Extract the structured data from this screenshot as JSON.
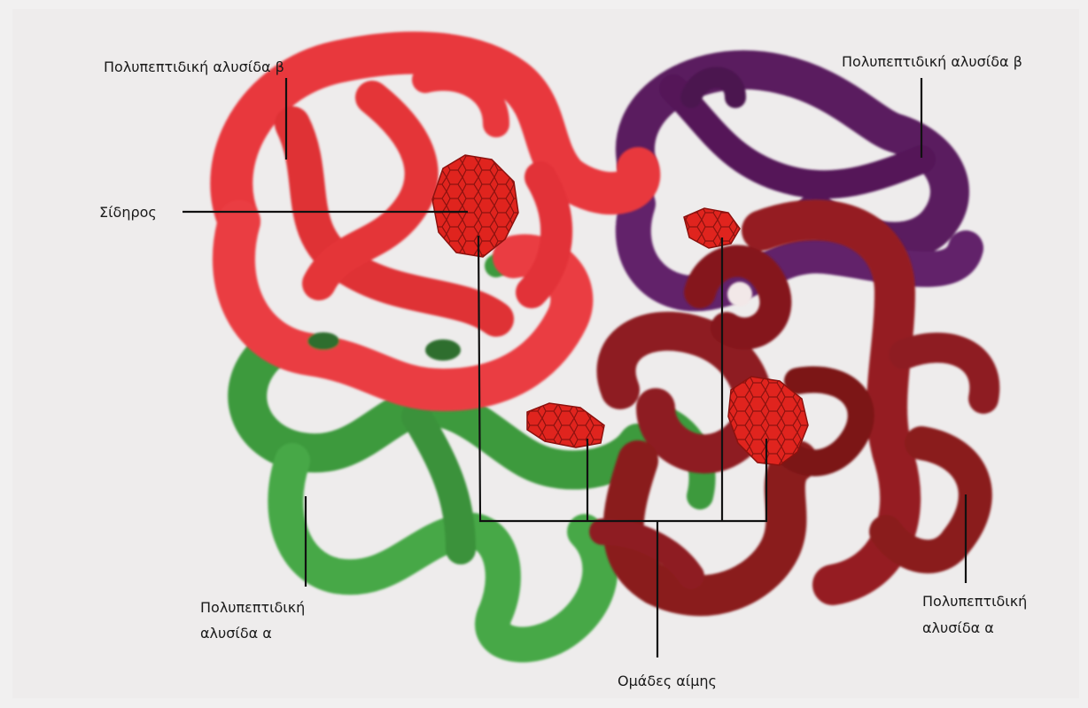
{
  "labels": {
    "beta_left": "Πολυπεπτιδική αλυσίδα β",
    "beta_right": "Πολυπεπτιδική αλυσίδα β",
    "iron": "Σίδηρος",
    "alpha_left_line1": "Πολυπεπτιδική",
    "alpha_left_line2": "αλυσίδα α",
    "alpha_right_line1": "Πολυπεπτιδική",
    "alpha_right_line2": "αλυσίδα α",
    "heme_groups": "Ομάδες αίμης"
  },
  "colors": {
    "beta_left_chain": "#e8383e",
    "beta_right_chain": "#5a1b5e",
    "alpha_left_chain": "#3e9a3e",
    "alpha_right_chain": "#8e1c20",
    "heme": "#e0241e",
    "leader": "#111111"
  }
}
